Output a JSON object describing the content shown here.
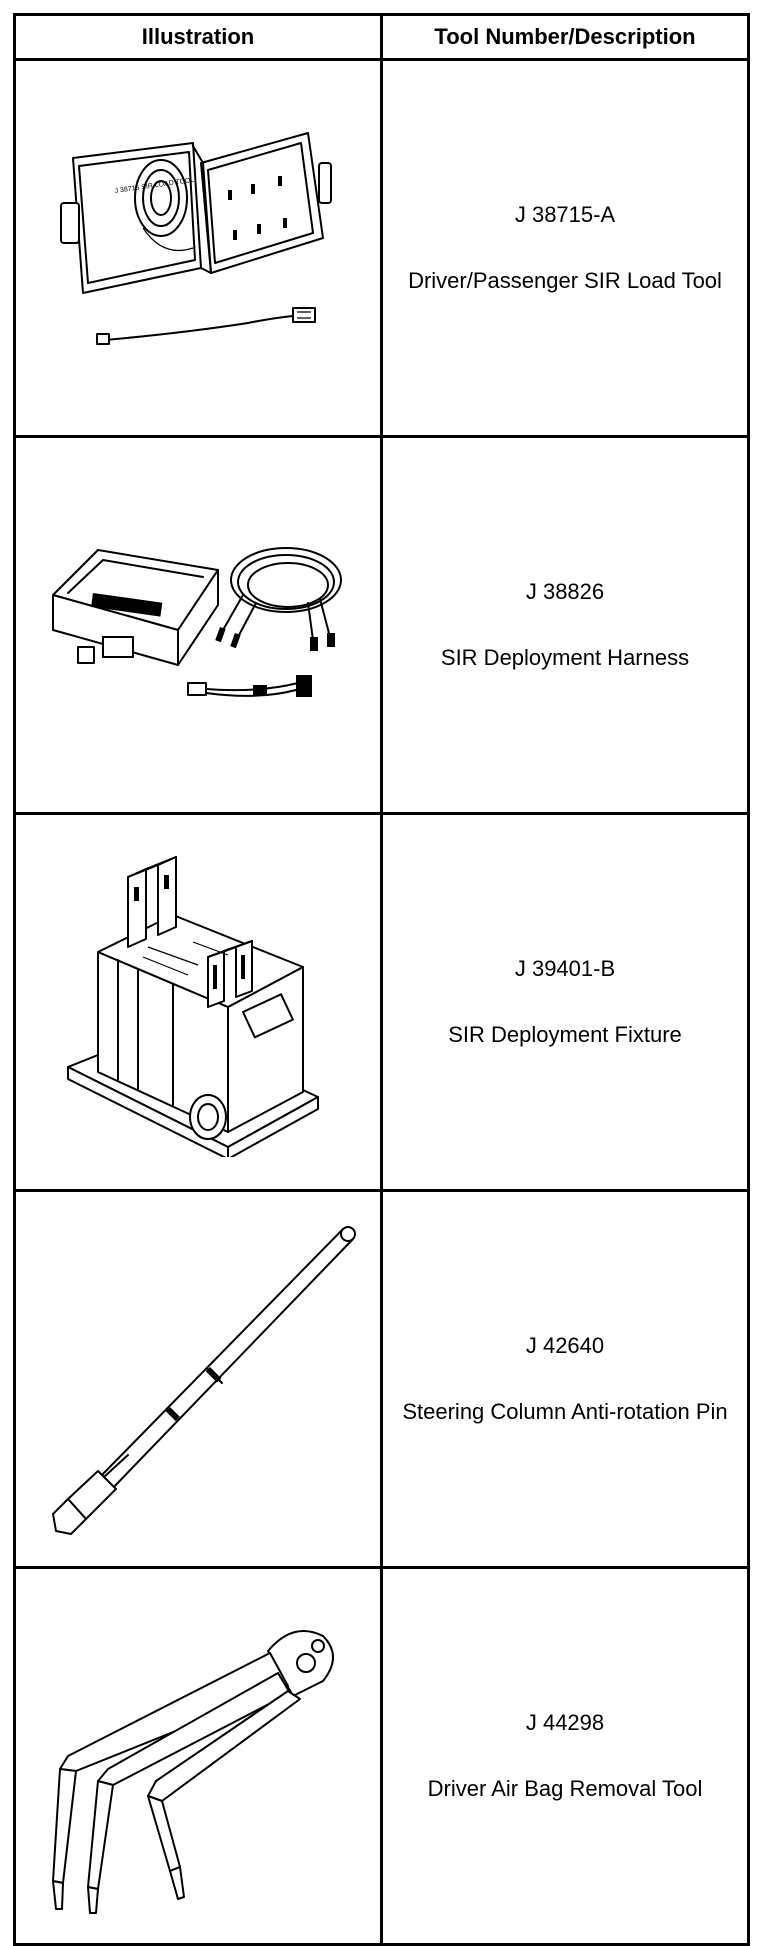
{
  "table": {
    "headers": {
      "illustration": "Illustration",
      "tool": "Tool Number/Description"
    },
    "rows": [
      {
        "number": "J 38715-A",
        "description": "Driver/Passenger SIR Load Tool",
        "icon": "load-tool-case-icon",
        "case_label": "J 38715 SIR LOAD TOOL"
      },
      {
        "number": "J 38826",
        "description": "SIR Deployment Harness",
        "icon": "deployment-harness-icon"
      },
      {
        "number": "J 39401-B",
        "description": "SIR Deployment Fixture",
        "icon": "deployment-fixture-icon"
      },
      {
        "number": "J 42640",
        "description": "Steering Column Anti-rotation Pin",
        "icon": "anti-rotation-pin-icon"
      },
      {
        "number": "J 44298",
        "description": "Driver Air Bag Removal Tool",
        "icon": "air-bag-removal-tool-icon"
      }
    ]
  }
}
